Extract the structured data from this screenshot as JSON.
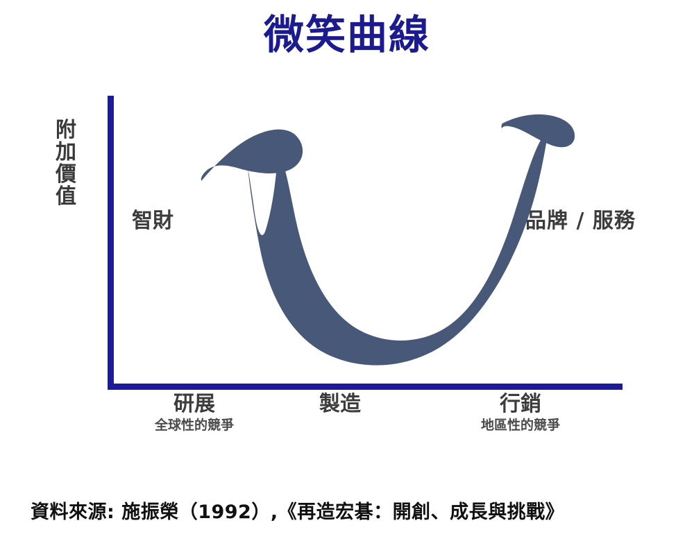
{
  "title": "微笑曲線",
  "axes": {
    "y_label": "附加價值",
    "y_label_chars": [
      "附",
      "加",
      "價",
      "值"
    ],
    "x_axis_color": "#1b1b9b",
    "y_axis_color": "#1b1b9b"
  },
  "annotations": {
    "left_value_label": "智財",
    "right_value_label": "品牌 / 服務"
  },
  "x_categories": [
    {
      "main": "研展",
      "sub": "全球性的競爭"
    },
    {
      "main": "製造",
      "sub": ""
    },
    {
      "main": "行銷",
      "sub": "地區性的競爭"
    }
  ],
  "source": "資料來源: 施振榮（1992）,《再造宏碁：開創、成長與挑戰》",
  "colors": {
    "title": "#1b1b8f",
    "axis": "#1b1b9b",
    "curve": "#475878",
    "text": "#3c3c3c",
    "background": "#ffffff"
  },
  "chart_data": {
    "type": "line",
    "title": "微笑曲線",
    "xlabel": "",
    "ylabel": "附加價值",
    "categories": [
      "研展",
      "製造",
      "行銷"
    ],
    "series": [
      {
        "name": "附加價值",
        "values": [
          85,
          12,
          88
        ]
      }
    ],
    "point_labels": [
      "智財",
      "",
      "品牌 / 服務"
    ],
    "category_sublabels": [
      "全球性的競爭",
      "",
      "地區性的競爭"
    ],
    "xlim": [
      0,
      100
    ],
    "ylim": [
      0,
      100
    ],
    "grid": false,
    "legend": "none",
    "notes": "U-shaped (smile) value-added curve: high added value at R&D and marketing/branding ends, low in the middle at manufacturing."
  }
}
